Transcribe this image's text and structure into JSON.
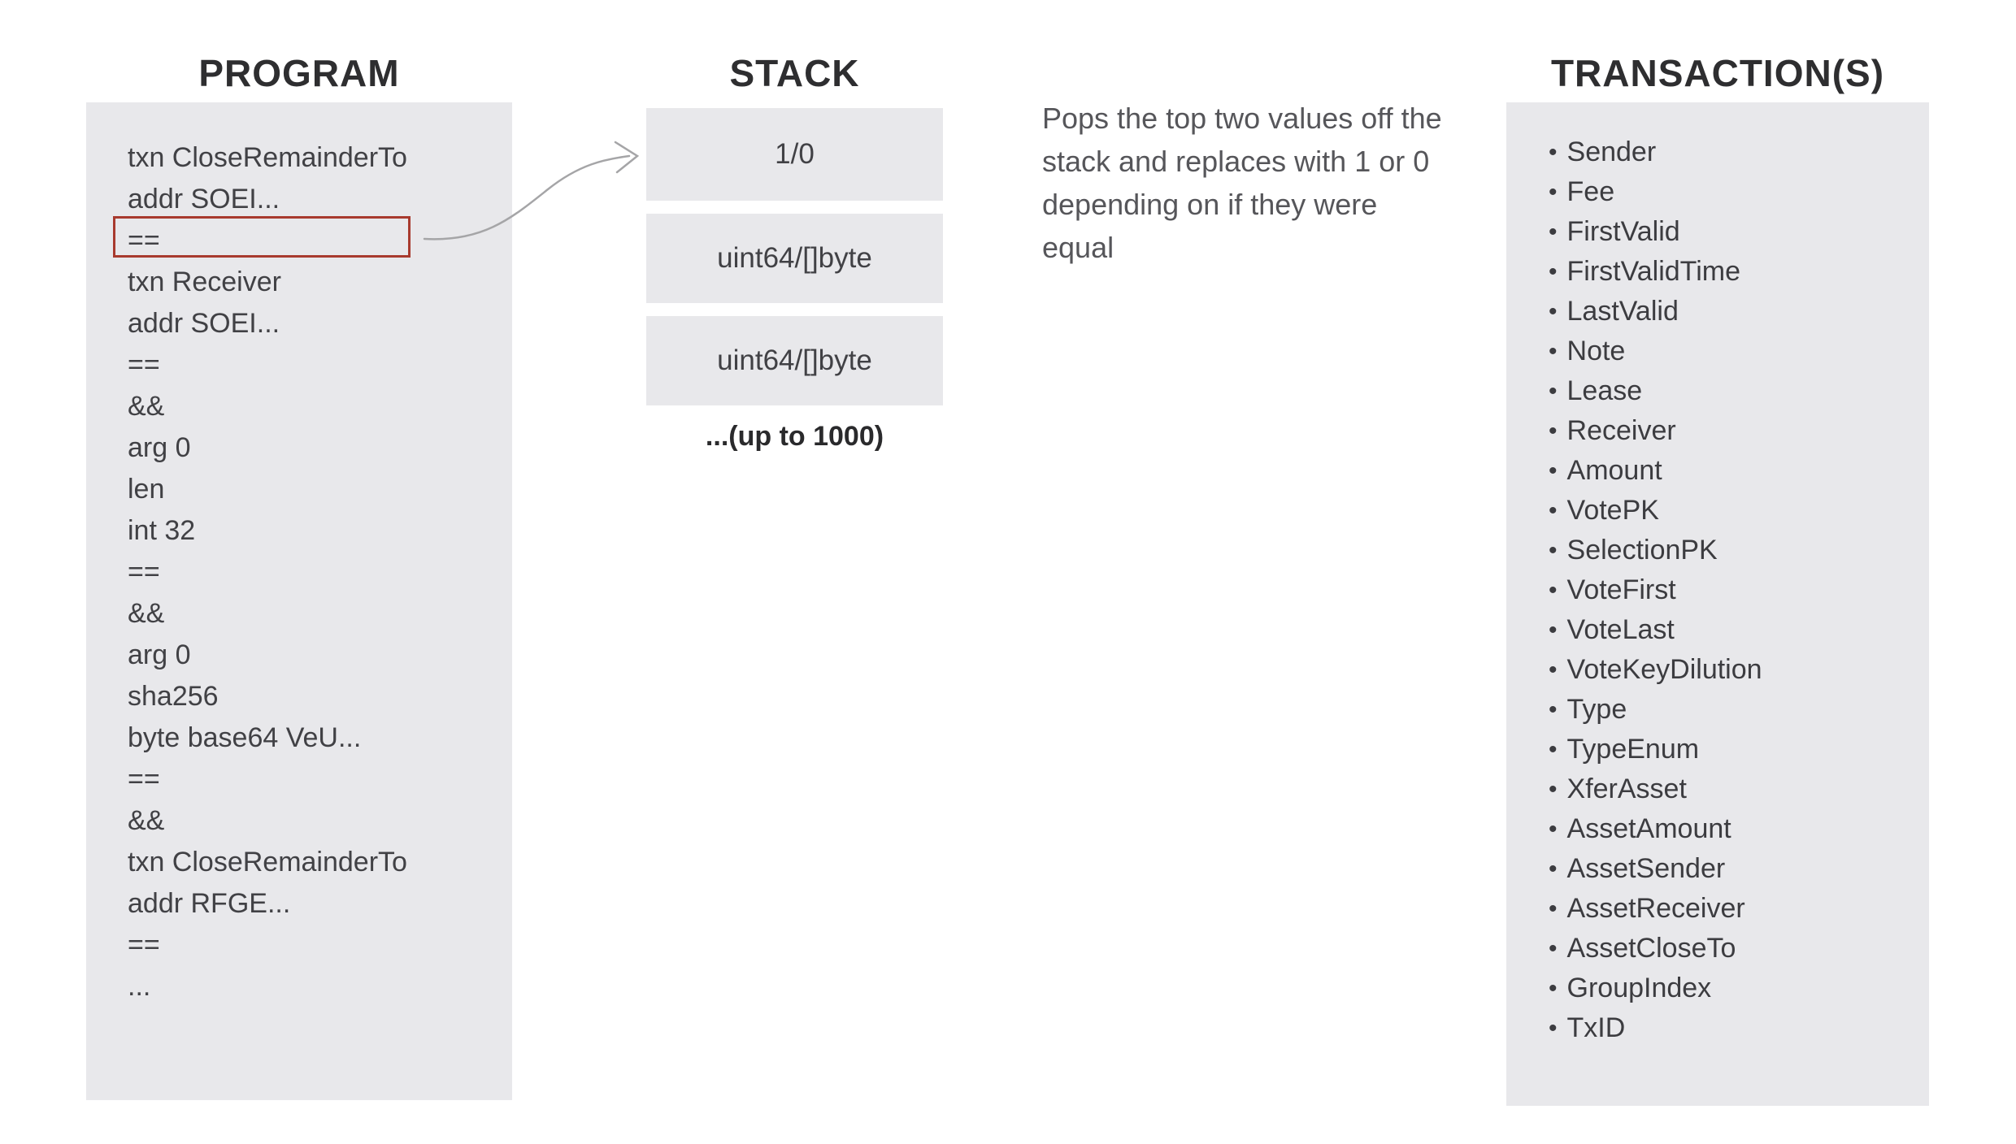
{
  "program": {
    "title": "PROGRAM",
    "lines": [
      "txn CloseRemainderTo",
      "addr SOEI...",
      "==",
      "txn Receiver",
      "addr SOEI...",
      "==",
      "&&",
      "arg 0",
      "len",
      "int 32",
      "==",
      "&&",
      "arg 0",
      "sha256",
      "byte base64 VeU...",
      "==",
      "&&",
      "txn CloseRemainderTo",
      "addr RFGE...",
      "==",
      "..."
    ],
    "highlighted_line": "==",
    "highlighted_line_index": 2
  },
  "stack": {
    "title": "STACK",
    "boxes": [
      "1/0",
      "uint64/[]byte",
      "uint64/[]byte"
    ],
    "footnote": "...(up to 1000)"
  },
  "description": {
    "lines": [
      "Pops the top two values off the",
      "stack and replaces with 1 or 0",
      "depending on if they were equal"
    ]
  },
  "transactions": {
    "title": "TRANSACTION(S)",
    "bullet_glyph": "•",
    "items": [
      "Sender",
      "Fee",
      "FirstValid",
      "FirstValidTime",
      "LastValid",
      "Note",
      "Lease",
      "Receiver",
      "Amount",
      "VotePK",
      "SelectionPK",
      "VoteFirst",
      "VoteLast",
      "VoteKeyDilution",
      "Type",
      "TypeEnum",
      "XferAsset",
      "AssetAmount",
      "AssetSender",
      "AssetReceiver",
      "AssetCloseTo",
      "GroupIndex",
      "TxID"
    ]
  },
  "colors": {
    "panel_bg": "#e8e8eb",
    "highlight_border": "#a83a2e",
    "arrow": "#a5a5a7",
    "title_text": "#2e2e30",
    "body_text": "#414145"
  }
}
